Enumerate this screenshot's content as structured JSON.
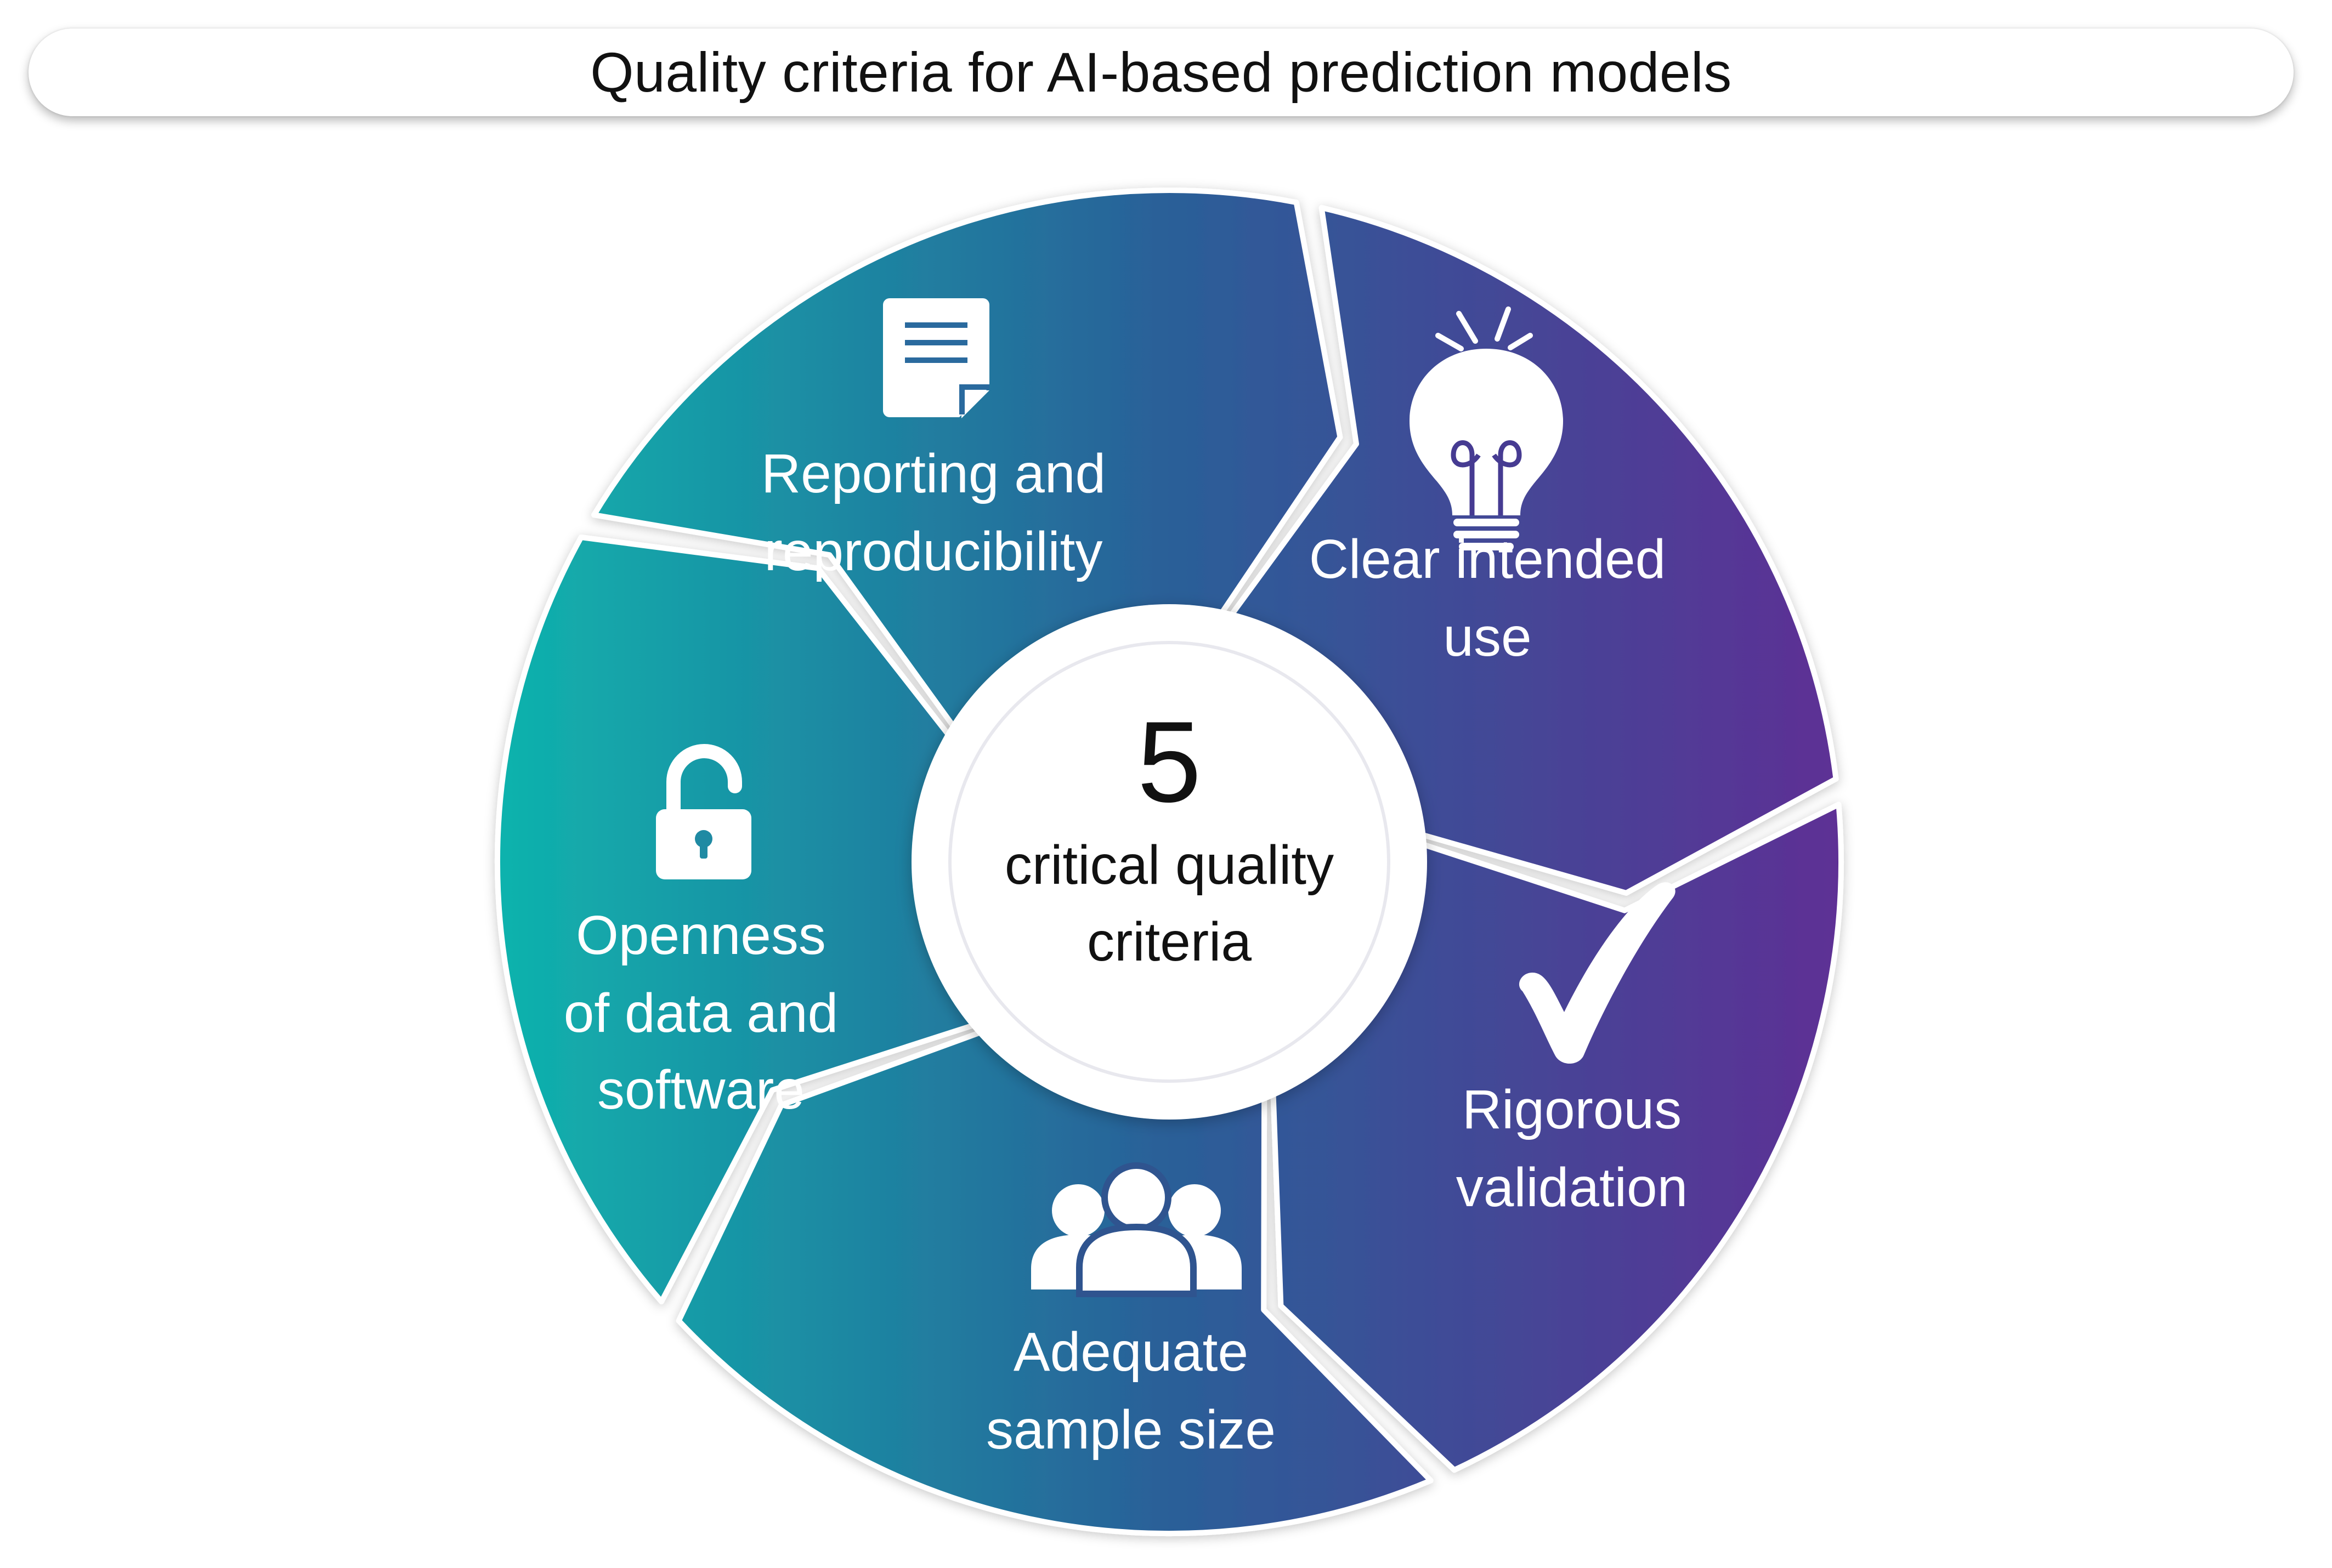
{
  "title": "Quality criteria for AI-based prediction models",
  "center": {
    "number": "5",
    "line1": "critical quality",
    "line2": "criteria"
  },
  "segments": [
    {
      "icon": "document-icon",
      "line1": "Reporting and",
      "line2": "reproducibility"
    },
    {
      "icon": "lightbulb-icon",
      "line1": "Clear intended",
      "line2": "use"
    },
    {
      "icon": "checkmark-icon",
      "line1": "Rigorous",
      "line2": "validation"
    },
    {
      "icon": "people-icon",
      "line1": "Adequate",
      "line2": "sample size"
    },
    {
      "icon": "unlock-icon",
      "line1": "Openness",
      "line2": "of data and",
      "line3": "software"
    }
  ],
  "colors": {
    "gradient_start": "#0fb3ad",
    "gradient_mid": "#2a5f98",
    "gradient_end": "#5e2f95"
  }
}
